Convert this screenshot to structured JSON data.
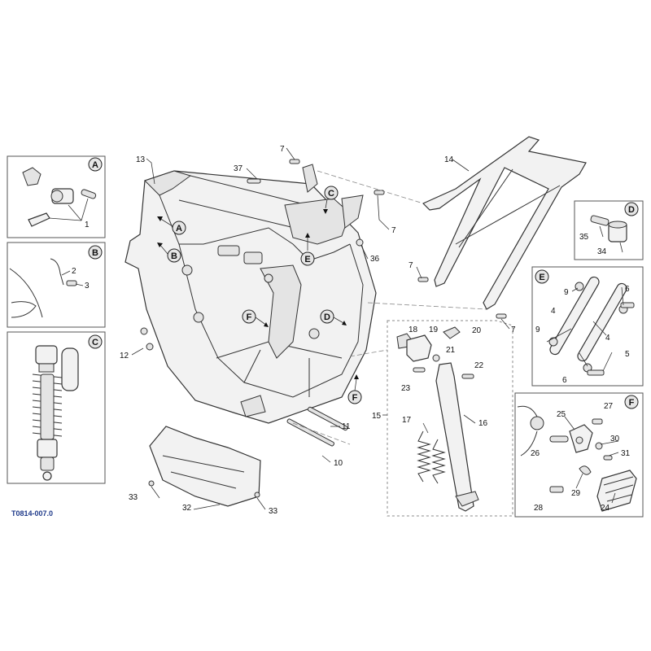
{
  "drawing_code": "T0814-007.0",
  "detail_letters": [
    "A",
    "B",
    "C",
    "D",
    "E",
    "F"
  ],
  "callouts": {
    "c1": "1",
    "c2": "2",
    "c3": "3",
    "c4a": "4",
    "c4b": "4",
    "c5": "5",
    "c6a": "6",
    "c6b": "6",
    "c7a": "7",
    "c7b": "7",
    "c7c": "7",
    "c7d": "7",
    "c9a": "9",
    "c9b": "9",
    "c10": "10",
    "c11": "11",
    "c12": "12",
    "c13": "13",
    "c14": "14",
    "c15": "15",
    "c16": "16",
    "c17": "17",
    "c18": "18",
    "c19": "19",
    "c20": "20",
    "c21": "21",
    "c22": "22",
    "c23": "23",
    "c24": "24",
    "c25": "25",
    "c26": "26",
    "c27": "27",
    "c28": "28",
    "c29": "29",
    "c30": "30",
    "c31": "31",
    "c32": "32",
    "c33a": "33",
    "c33b": "33",
    "c34": "34",
    "c35": "35",
    "c36": "36",
    "c37": "37"
  }
}
